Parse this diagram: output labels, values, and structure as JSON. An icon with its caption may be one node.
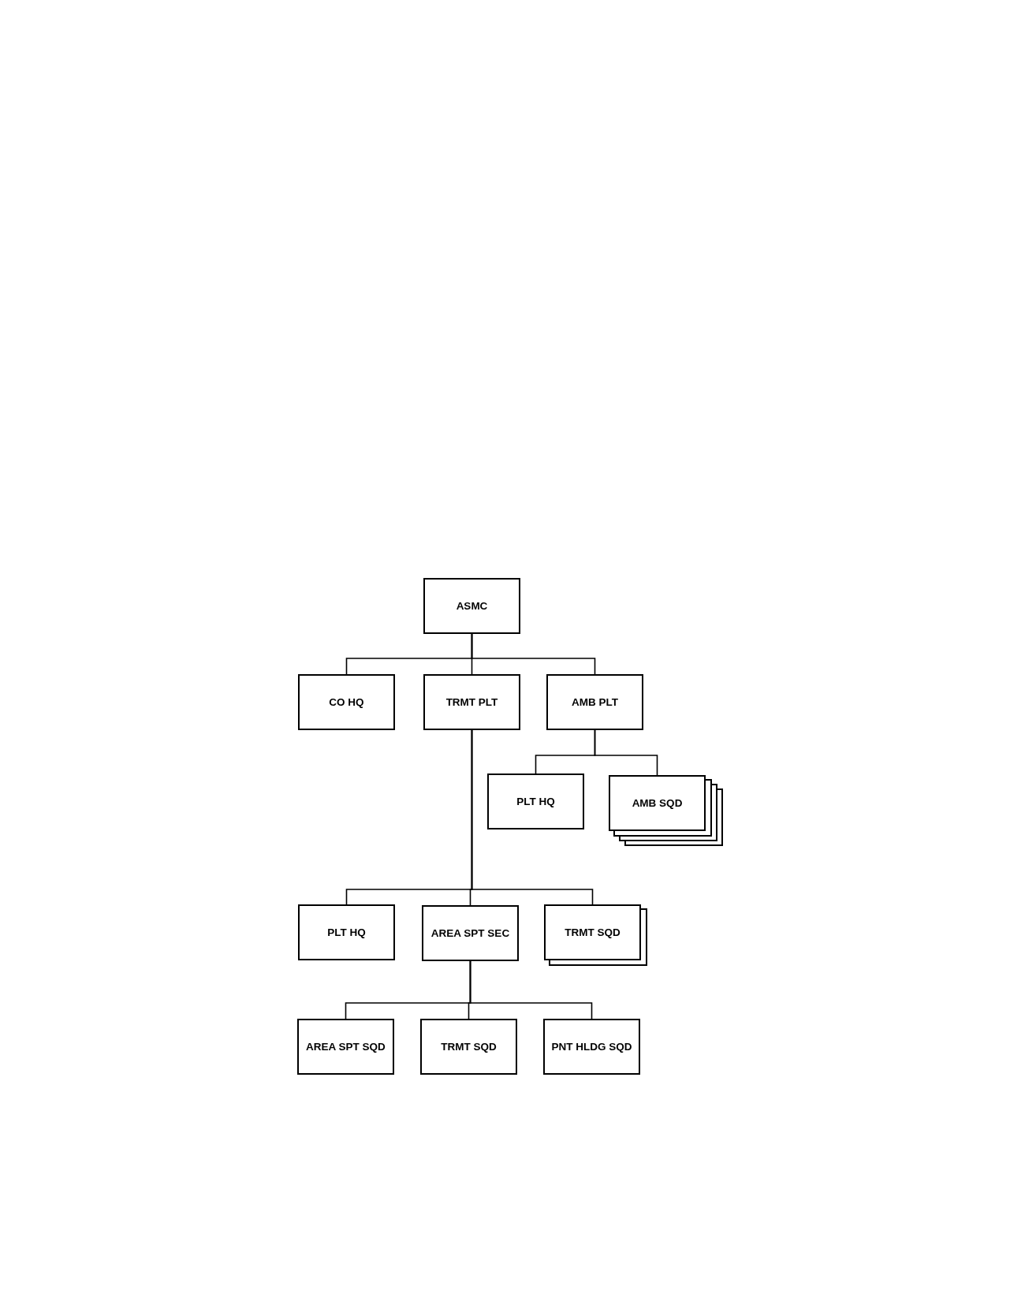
{
  "diagram": {
    "nodes": [
      {
        "text": [
          "ASMC"
        ]
      },
      {
        "text": [
          "CO HQ"
        ]
      },
      {
        "text": [
          "TRMT PLT"
        ]
      },
      {
        "text": [
          "AMB PLT"
        ]
      },
      {
        "text": [
          "PLT HQ"
        ]
      },
      {
        "text": [
          "AMB SQD"
        ]
      },
      {
        "text": [
          "PLT HQ"
        ]
      },
      {
        "text": [
          "AREA SPT SEC"
        ]
      },
      {
        "text": [
          "TRMT SQD"
        ]
      },
      {
        "text": [
          "AREA SPT SQD"
        ]
      },
      {
        "text": [
          "TRMT SQD"
        ]
      },
      {
        "text": [
          "PNT HLDG SQD"
        ]
      }
    ],
    "edges": [
      {
        "from": 0,
        "to": 1,
        "arrow": "none"
      },
      {
        "from": 0,
        "to": 2,
        "arrow": "none"
      },
      {
        "from": 0,
        "to": 3,
        "arrow": "none"
      },
      {
        "from": 3,
        "to": 4,
        "arrow": "none"
      },
      {
        "from": 3,
        "to": 5,
        "arrow": "none"
      },
      {
        "from": 2,
        "to": 6,
        "arrow": "none"
      },
      {
        "from": 2,
        "to": 7,
        "arrow": "none"
      },
      {
        "from": 2,
        "to": 8,
        "arrow": "none"
      },
      {
        "from": 7,
        "to": 9,
        "arrow": "none"
      },
      {
        "from": 7,
        "to": 10,
        "arrow": "none"
      },
      {
        "from": 7,
        "to": 11,
        "arrow": "none"
      }
    ]
  }
}
